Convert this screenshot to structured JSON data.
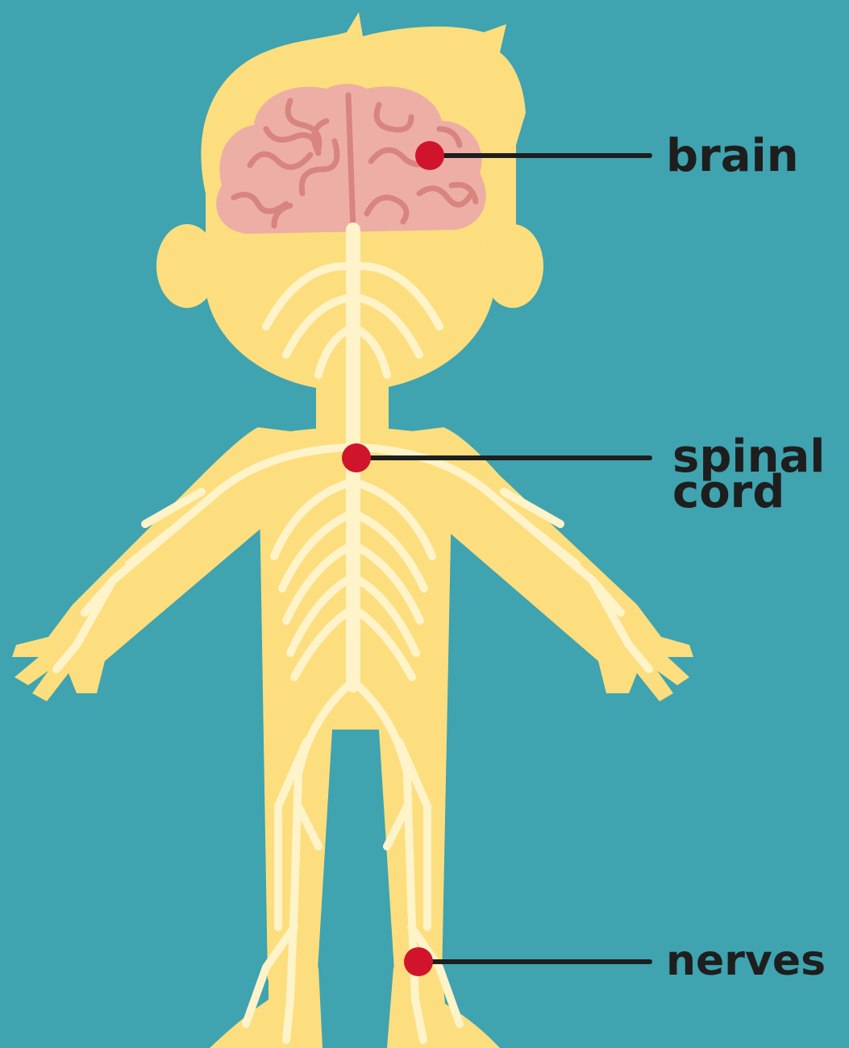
{
  "colors": {
    "background": "#3FA3B0",
    "body": "#FCDE7E",
    "nerve": "#FFF3C9",
    "brain": "#EDAEA6",
    "brain_fold": "#D8847F",
    "marker": "#D0142C",
    "leader_line": "#1E1E1E"
  },
  "icons": [
    "brain-icon",
    "human-figure-icon"
  ],
  "labels": {
    "brain": "brain",
    "spinal_cord": "spinal\ncord",
    "nerves": "nerves"
  }
}
